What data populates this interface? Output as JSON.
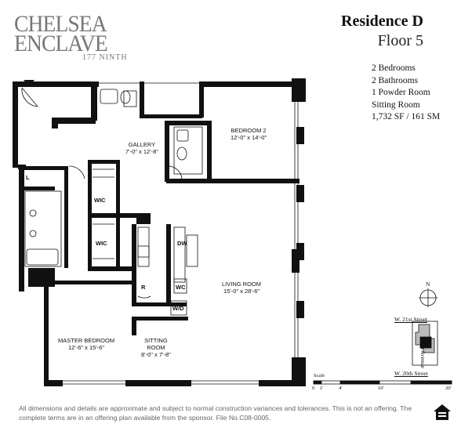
{
  "brand": {
    "line1": "CHELSEA",
    "line2": "ENCLAVE",
    "line3": "177 NINTH"
  },
  "title": "Residence D",
  "floor": "Floor 5",
  "specs": [
    "2 Bedrooms",
    "2 Bathrooms",
    "1 Powder Room",
    "Sitting Room",
    "1,732 SF / 161 SM"
  ],
  "rooms": {
    "bedroom2": {
      "name": "BEDROOM 2",
      "dims": "12'-0\" x 14'-0\""
    },
    "gallery": {
      "name": "GALLERY",
      "dims": "7'-0\" x 12'-8\""
    },
    "living": {
      "name": "LIVING ROOM",
      "dims": "15'-0\" x 28'-6\""
    },
    "master": {
      "name": "MASTER BEDROOM",
      "dims": "12'-6\" x 15'-6\""
    },
    "sitting": {
      "name": "SITTING",
      "name2": "ROOM",
      "dims": "8'-0\" x 7'-8\""
    }
  },
  "fixtures": {
    "wic1": "WIC",
    "wic2": "WIC",
    "dw": "DW",
    "wc": "WC",
    "wd": "W/D",
    "r": "R",
    "l": "L"
  },
  "compass": "N",
  "keymap": {
    "north_street": "W. 21st Street",
    "south_street": "W. 20th Street",
    "avenue": "9th Avenue"
  },
  "scale": {
    "label": "Scale",
    "ticks": [
      "0",
      "1'",
      "4'",
      "10'",
      "20'"
    ]
  },
  "disclaimer": "All dimensions and details are approximate and subject to normal construction variances and tolerances. This is not an offering. The complete terms are in an offering plan available from the sponsor. File No.C08-0005.",
  "colors": {
    "wall": "#111111",
    "text": "#111111",
    "muted": "#777777"
  }
}
